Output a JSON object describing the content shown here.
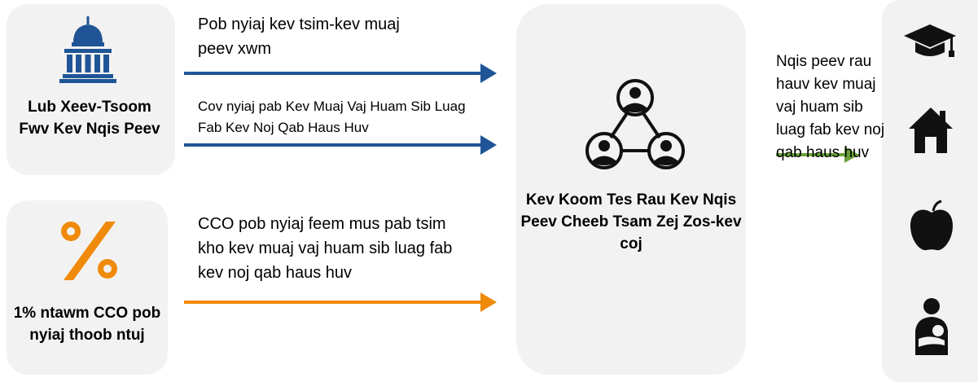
{
  "government": {
    "label": "Lub Xeev-Tsoom Fwv Kev Nqis Peev",
    "icon": "capitol-building-icon",
    "color": "#1f5596"
  },
  "cco": {
    "label": "1% ntawm CCO pob nyiaj thoob ntuj",
    "icon": "percent-icon",
    "color": "#f08a0a"
  },
  "flows": {
    "annual_funding": "Pob nyiaj kev tsim-kev muaj peev xwm",
    "program_funding": "Cov nyiaj pab Kev Muaj Vaj Huam Sib Luag Fab Kev Noj Qab Haus Huv",
    "cco_contribution": "CCO pob nyiaj feem mus pab tsim kho kev muaj vaj huam sib luag fab kev noj qab haus huv"
  },
  "center": {
    "title": "Kev Koom Tes Rau Kev Nqis Peev Cheeb Tsam Zej Zos-kev coj",
    "icon": "community-network-icon"
  },
  "output": {
    "text": "Nqis peev rau hauv kev muaj vaj huam sib luag fab kev noj qab haus huv",
    "arrow_color": "#6aa338"
  },
  "outcome_icons": [
    "graduation-cap-icon",
    "house-icon",
    "apple-icon",
    "mother-child-icon"
  ]
}
